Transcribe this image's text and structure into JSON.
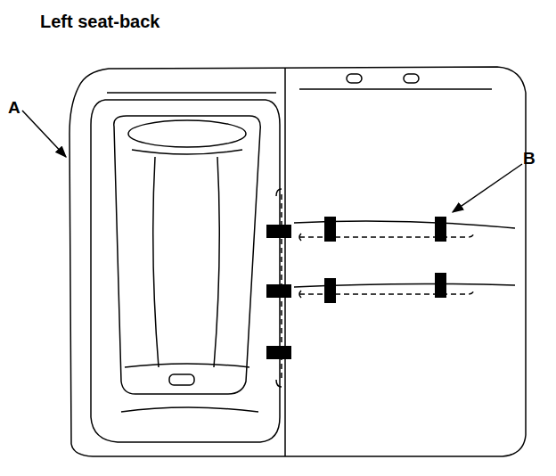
{
  "diagram": {
    "title": "Left seat-back",
    "labels": [
      "A",
      "B"
    ]
  }
}
